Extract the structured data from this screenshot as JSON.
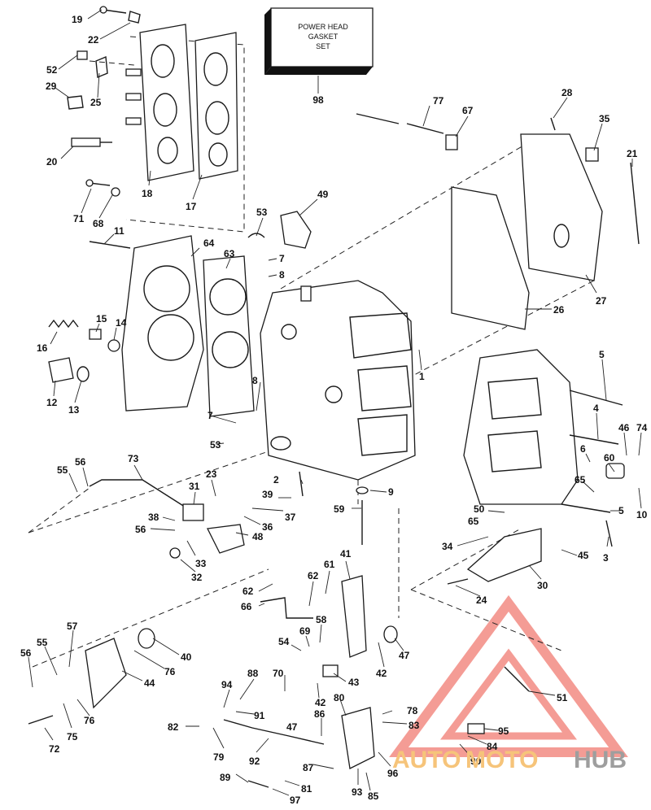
{
  "gasket_box": {
    "line1": "POWER HEAD",
    "line2": "GASKET",
    "line3": "SET",
    "number": "98"
  },
  "watermark": {
    "part1": "AUTO",
    "part2": "MOTO",
    "part3": "HUB",
    "color_logo": "#f28b82",
    "color_auto": "#f6c47a",
    "color_hub": "#9e9e9e"
  },
  "callouts": [
    "19",
    "22",
    "52",
    "29",
    "25",
    "20",
    "18",
    "17",
    "71",
    "68",
    "11",
    "64",
    "63",
    "53",
    "49",
    "7",
    "8",
    "16",
    "15",
    "14",
    "12",
    "13",
    "77",
    "67",
    "28",
    "35",
    "21",
    "26",
    "27",
    "1",
    "5",
    "4",
    "46",
    "74",
    "6",
    "60",
    "65",
    "10",
    "50",
    "3",
    "45",
    "30",
    "24",
    "73",
    "56",
    "55",
    "23",
    "31",
    "39",
    "37",
    "36",
    "48",
    "38",
    "33",
    "32",
    "2",
    "9",
    "59",
    "62",
    "66",
    "61",
    "41",
    "58",
    "69",
    "54",
    "70",
    "43",
    "42",
    "47",
    "57",
    "40",
    "76",
    "44",
    "75",
    "72",
    "94",
    "88",
    "91",
    "82",
    "79",
    "92",
    "80",
    "78",
    "83",
    "86",
    "95",
    "84",
    "90",
    "96",
    "87",
    "81",
    "97",
    "89",
    "93",
    "85",
    "51",
    "34"
  ]
}
